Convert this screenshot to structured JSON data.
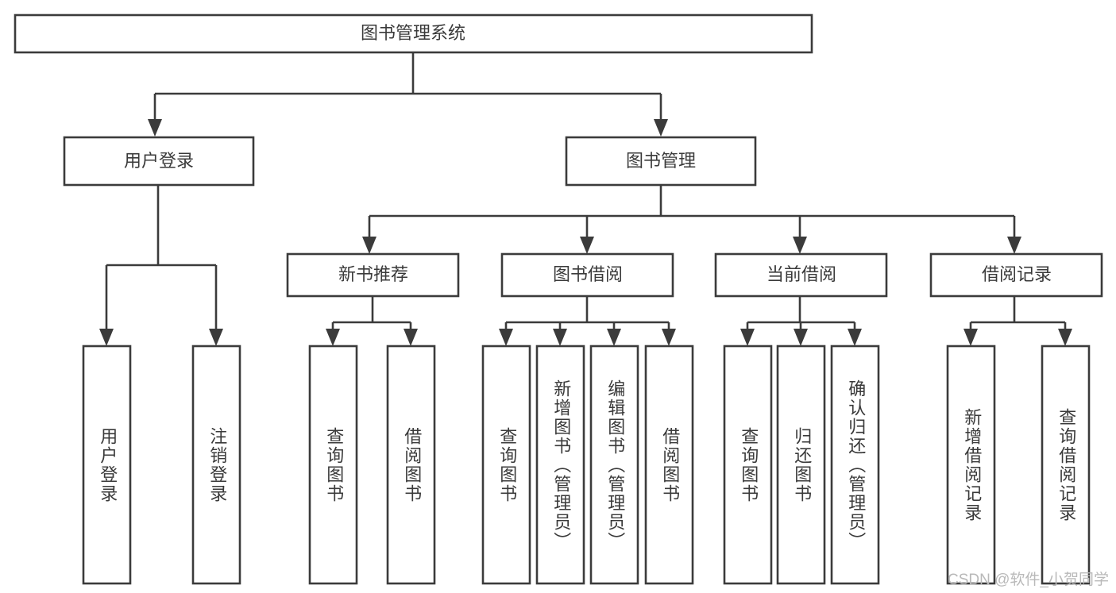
{
  "diagram": {
    "type": "hierarchy-tree",
    "title": "图书管理系统",
    "orientation": "top-down",
    "colors": {
      "stroke": "#3b3b3b",
      "text": "#3a3a3a",
      "node_fill": "#ffffff",
      "background": "#ffffff",
      "watermark": "#b9b9b9"
    },
    "levels": {
      "level1": [
        {
          "id": "root",
          "label": "图书管理系统"
        }
      ],
      "level2": [
        {
          "id": "user-login",
          "label": "用户登录",
          "parent": "root"
        },
        {
          "id": "book-mgmt",
          "label": "图书管理",
          "parent": "root"
        }
      ],
      "level3": [
        {
          "id": "new-book-rec",
          "label": "新书推荐",
          "parent": "book-mgmt"
        },
        {
          "id": "book-borrow",
          "label": "图书借阅",
          "parent": "book-mgmt"
        },
        {
          "id": "current-borrow",
          "label": "当前借阅",
          "parent": "book-mgmt"
        },
        {
          "id": "borrow-record",
          "label": "借阅记录",
          "parent": "book-mgmt"
        }
      ],
      "leaves": [
        {
          "id": "leaf-user-login",
          "label": "用户登录",
          "parent": "user-login"
        },
        {
          "id": "leaf-logout",
          "label": "注销登录",
          "parent": "user-login"
        },
        {
          "id": "leaf-query-book-1",
          "label": "查询图书",
          "parent": "new-book-rec"
        },
        {
          "id": "leaf-borrow-book-1",
          "label": "借阅图书",
          "parent": "new-book-rec"
        },
        {
          "id": "leaf-query-book-2",
          "label": "查询图书",
          "parent": "book-borrow"
        },
        {
          "id": "leaf-add-book",
          "label": "新增图书（管理员）",
          "parent": "book-borrow"
        },
        {
          "id": "leaf-edit-book",
          "label": "编辑图书（管理员）",
          "parent": "book-borrow"
        },
        {
          "id": "leaf-borrow-book-2",
          "label": "借阅图书",
          "parent": "book-borrow"
        },
        {
          "id": "leaf-query-book-3",
          "label": "查询图书",
          "parent": "current-borrow"
        },
        {
          "id": "leaf-return-book",
          "label": "归还图书",
          "parent": "current-borrow"
        },
        {
          "id": "leaf-confirm-return",
          "label": "确认归还（管理员）",
          "parent": "current-borrow"
        },
        {
          "id": "leaf-add-record",
          "label": "新增借阅记录",
          "parent": "borrow-record"
        },
        {
          "id": "leaf-query-record",
          "label": "查询借阅记录",
          "parent": "borrow-record"
        }
      ]
    }
  },
  "watermark": {
    "text": "CSDN @软件_小贺同学"
  }
}
